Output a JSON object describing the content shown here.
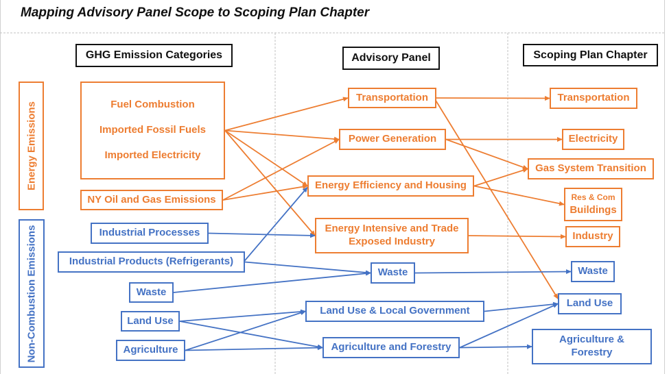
{
  "title": "Mapping Advisory Panel Scope to Scoping Plan Chapter",
  "colors": {
    "energy": "#ED7D31",
    "non_combustion": "#4472C4",
    "header": "#111111",
    "divider": "#c0c0c0"
  },
  "headers": {
    "ghg": "GHG Emission Categories",
    "panel": "Advisory Panel",
    "chapter": "Scoping Plan Chapter"
  },
  "groups": {
    "energy": "Energy Emissions",
    "non_combustion": "Non-Combustion Emissions"
  },
  "ghg": {
    "fuel_group": [
      "Fuel Combustion",
      "Imported Fossil Fuels",
      "Imported Electricity"
    ],
    "ny_oil_gas": "NY Oil and Gas Emissions",
    "industrial_processes": "Industrial Processes",
    "industrial_products": "Industrial Products (Refrigerants)",
    "waste": "Waste",
    "land_use": "Land Use",
    "agriculture": "Agriculture"
  },
  "panel": {
    "transportation": "Transportation",
    "power_generation": "Power Generation",
    "energy_efficiency": "Energy Efficiency and Housing",
    "energy_intensive_1": "Energy Intensive and Trade",
    "energy_intensive_2": "Exposed Industry",
    "waste": "Waste",
    "land_use_local_gov": "Land Use & Local Government",
    "agriculture_forestry": "Agriculture and Forestry"
  },
  "chapter": {
    "transportation": "Transportation",
    "electricity": "Electricity",
    "gas_system": "Gas System Transition",
    "buildings_small": "Res & Com",
    "buildings": "Buildings",
    "industry": "Industry",
    "waste": "Waste",
    "land_use": "Land Use",
    "agriculture_forestry_1": "Agriculture &",
    "agriculture_forestry_2": "Forestry"
  },
  "links": [
    {
      "from": "ghg-fuel",
      "to": "panel-transportation",
      "color": "energy"
    },
    {
      "from": "ghg-fuel",
      "to": "panel-power",
      "color": "energy"
    },
    {
      "from": "ghg-fuel",
      "to": "panel-efficiency",
      "color": "energy"
    },
    {
      "from": "ghg-fuel",
      "to": "panel-intensive",
      "color": "energy"
    },
    {
      "from": "ghg-nyoil",
      "to": "panel-power",
      "color": "energy"
    },
    {
      "from": "ghg-nyoil",
      "to": "panel-efficiency",
      "color": "energy"
    },
    {
      "from": "ghg-indproc",
      "to": "panel-intensive",
      "color": "non_combustion"
    },
    {
      "from": "ghg-indprod",
      "to": "panel-efficiency",
      "color": "non_combustion"
    },
    {
      "from": "ghg-indprod",
      "to": "panel-waste",
      "color": "non_combustion"
    },
    {
      "from": "ghg-waste",
      "to": "panel-waste",
      "color": "non_combustion"
    },
    {
      "from": "ghg-landuse",
      "to": "panel-landgov",
      "color": "non_combustion"
    },
    {
      "from": "ghg-landuse",
      "to": "panel-agfor",
      "color": "non_combustion"
    },
    {
      "from": "ghg-agri",
      "to": "panel-landgov",
      "color": "non_combustion"
    },
    {
      "from": "ghg-agri",
      "to": "panel-agfor",
      "color": "non_combustion"
    },
    {
      "from": "panel-transportation",
      "to": "ch-transportation",
      "color": "energy"
    },
    {
      "from": "panel-transportation",
      "to": "ch-landuse",
      "color": "energy"
    },
    {
      "from": "panel-power",
      "to": "ch-electricity",
      "color": "energy"
    },
    {
      "from": "panel-power",
      "to": "ch-gas",
      "color": "energy"
    },
    {
      "from": "panel-efficiency",
      "to": "ch-gas",
      "color": "energy"
    },
    {
      "from": "panel-efficiency",
      "to": "ch-buildings",
      "color": "energy"
    },
    {
      "from": "panel-intensive",
      "to": "ch-industry",
      "color": "energy"
    },
    {
      "from": "panel-waste",
      "to": "ch-waste",
      "color": "non_combustion"
    },
    {
      "from": "panel-landgov",
      "to": "ch-landuse",
      "color": "non_combustion"
    },
    {
      "from": "panel-agfor",
      "to": "ch-landuse",
      "color": "non_combustion"
    },
    {
      "from": "panel-agfor",
      "to": "ch-agfor",
      "color": "non_combustion"
    }
  ]
}
